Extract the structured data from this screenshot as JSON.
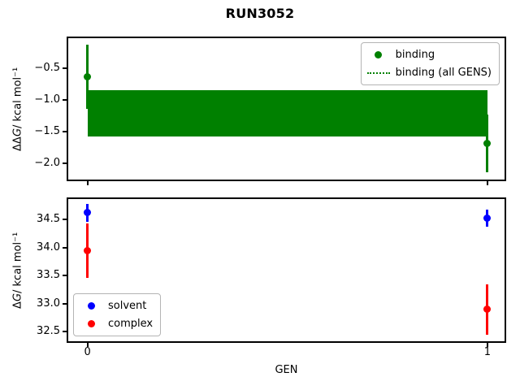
{
  "chart_data": [
    {
      "type": "scatter",
      "panel": "top",
      "title": "RUN3052",
      "xlabel": "",
      "ylabel": "ΔΔG / kcal mol⁻¹",
      "ylabel_parts": [
        "ΔΔ",
        "G",
        " / kcal mol⁻¹"
      ],
      "xlim": [
        -0.048,
        1.043
      ],
      "ylim": [
        -2.25,
        -0.035
      ],
      "yticks": [
        -0.5,
        -1.0,
        -1.5,
        -2.0
      ],
      "ytick_labels": [
        "−0.5",
        "−1.0",
        "−1.5",
        "−2.0"
      ],
      "xticks": [
        0,
        1
      ],
      "xtick_labels": null,
      "grid": false,
      "series": [
        {
          "name": "binding",
          "color": "#008000",
          "marker": "dot",
          "x": [
            0,
            1
          ],
          "y": [
            -0.64,
            -1.68
          ],
          "yerr": [
            0.5,
            0.45
          ]
        }
      ],
      "band": {
        "name": "binding (all GENS)",
        "color": "#008000",
        "x": [
          0,
          1
        ],
        "y_top": -0.85,
        "y_bottom": -1.57,
        "center": -1.21
      },
      "legend": {
        "position": "upper right",
        "entries": [
          {
            "label": "binding",
            "marker": "dot",
            "color": "#008000"
          },
          {
            "label": "binding (all GENS)",
            "marker": "dotted-line",
            "color": "#008000"
          }
        ]
      }
    },
    {
      "type": "scatter",
      "panel": "bottom",
      "title": "",
      "xlabel": "GEN",
      "ylabel": "ΔG / kcal mol⁻¹",
      "ylabel_parts": [
        "Δ",
        "G",
        " / kcal mol⁻¹"
      ],
      "xlim": [
        -0.048,
        1.043
      ],
      "ylim": [
        32.33,
        34.87
      ],
      "yticks": [
        34.5,
        34.0,
        33.5,
        33.0,
        32.5
      ],
      "ytick_labels": [
        "34.5",
        "34.0",
        "33.5",
        "33.0",
        "32.5"
      ],
      "xticks": [
        0,
        1
      ],
      "xtick_labels": [
        "0",
        "1"
      ],
      "grid": false,
      "series": [
        {
          "name": "solvent",
          "color": "#0000ff",
          "marker": "dot",
          "x": [
            0,
            1
          ],
          "y": [
            34.63,
            34.53
          ],
          "yerr": [
            0.16,
            0.15
          ]
        },
        {
          "name": "complex",
          "color": "#ff0000",
          "marker": "dot",
          "x": [
            0,
            1
          ],
          "y": [
            33.95,
            32.9
          ],
          "yerr": [
            0.49,
            0.45
          ]
        }
      ],
      "legend": {
        "position": "lower left",
        "entries": [
          {
            "label": "solvent",
            "marker": "dot",
            "color": "#0000ff"
          },
          {
            "label": "complex",
            "marker": "dot",
            "color": "#ff0000"
          }
        ]
      }
    }
  ]
}
